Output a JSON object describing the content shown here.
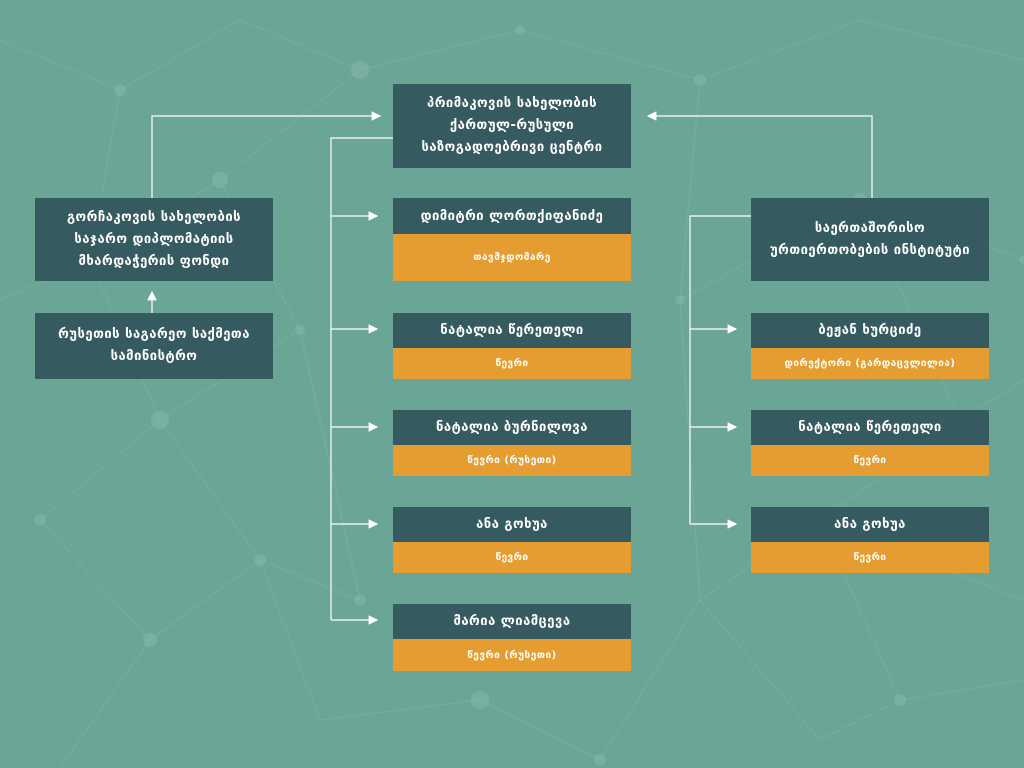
{
  "center": {
    "title": "პრიმაკოვის სახელობის ქართულ-რუსული საზოგადოებრივი ცენტრი"
  },
  "left_fund": {
    "title": "გორჩაკოვის სახელობის საჯარო დიპლომატიის მხარდაჭერის ფონდი"
  },
  "left_ministry": {
    "title": "რუსეთის საგარეო საქმეთა სამინისტრო"
  },
  "right_institute": {
    "title": "საერთაშორისო ურთიერთობების ინსტიტუტი"
  },
  "middle_members": [
    {
      "name": "დიმიტრი ლორთქიფანიძე",
      "role": "თავმჯდომარე"
    },
    {
      "name": "ნატალია წერეთელი",
      "role": "წევრი"
    },
    {
      "name": "ნატალია ბურნილოვა",
      "role": "წევრი (რუსეთი)"
    },
    {
      "name": "ანა გოხუა",
      "role": "წევრი"
    },
    {
      "name": "მარია ლიამცევა",
      "role": "წევრი (რუსეთი)"
    }
  ],
  "right_members": [
    {
      "name": "ბეჟან ხურციძე",
      "role": "დირექტორი (გარდაცვლილია)"
    },
    {
      "name": "ნატალია წერეთელი",
      "role": "წევრი"
    },
    {
      "name": "ანა გოხუა",
      "role": "წევრი"
    }
  ],
  "colors": {
    "background": "#6ba595",
    "dark_box": "#355a60",
    "orange_box": "#e59d32",
    "line": "#ffffff"
  }
}
